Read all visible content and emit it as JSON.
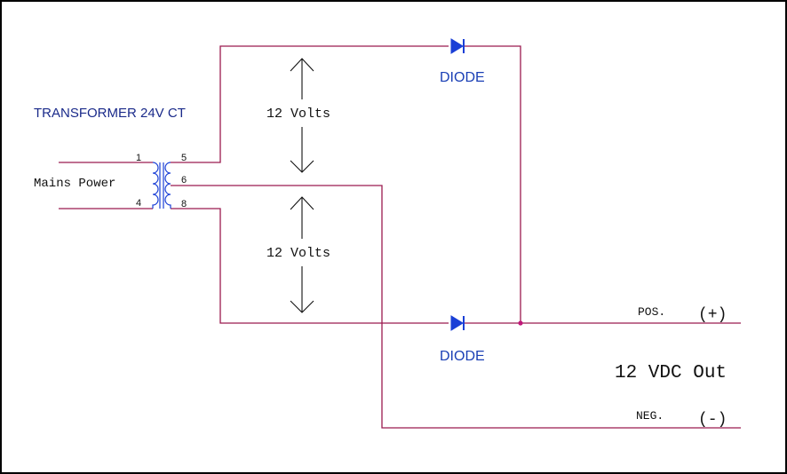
{
  "labels": {
    "transformer_title": "TRANSFORMER 24V CT",
    "mains_power": "Mains Power",
    "upper_voltage": "12 Volts",
    "lower_voltage": "12 Volts",
    "upper_diode": "DIODE",
    "lower_diode": "DIODE",
    "pos_label": "POS.",
    "pos_sign": "(+)",
    "neg_label": "NEG.",
    "neg_sign": "(-)",
    "output": "12 VDC Out"
  },
  "pins": {
    "p1": "1",
    "p4": "4",
    "p5": "5",
    "p6": "6",
    "p8": "8"
  },
  "colors": {
    "wire": "#9b1a4f",
    "component": "#1a3fd6",
    "title_text": "#1a2a8a",
    "diode_text": "#1a3fb5",
    "text": "#111111",
    "junction": "#c0187a"
  }
}
